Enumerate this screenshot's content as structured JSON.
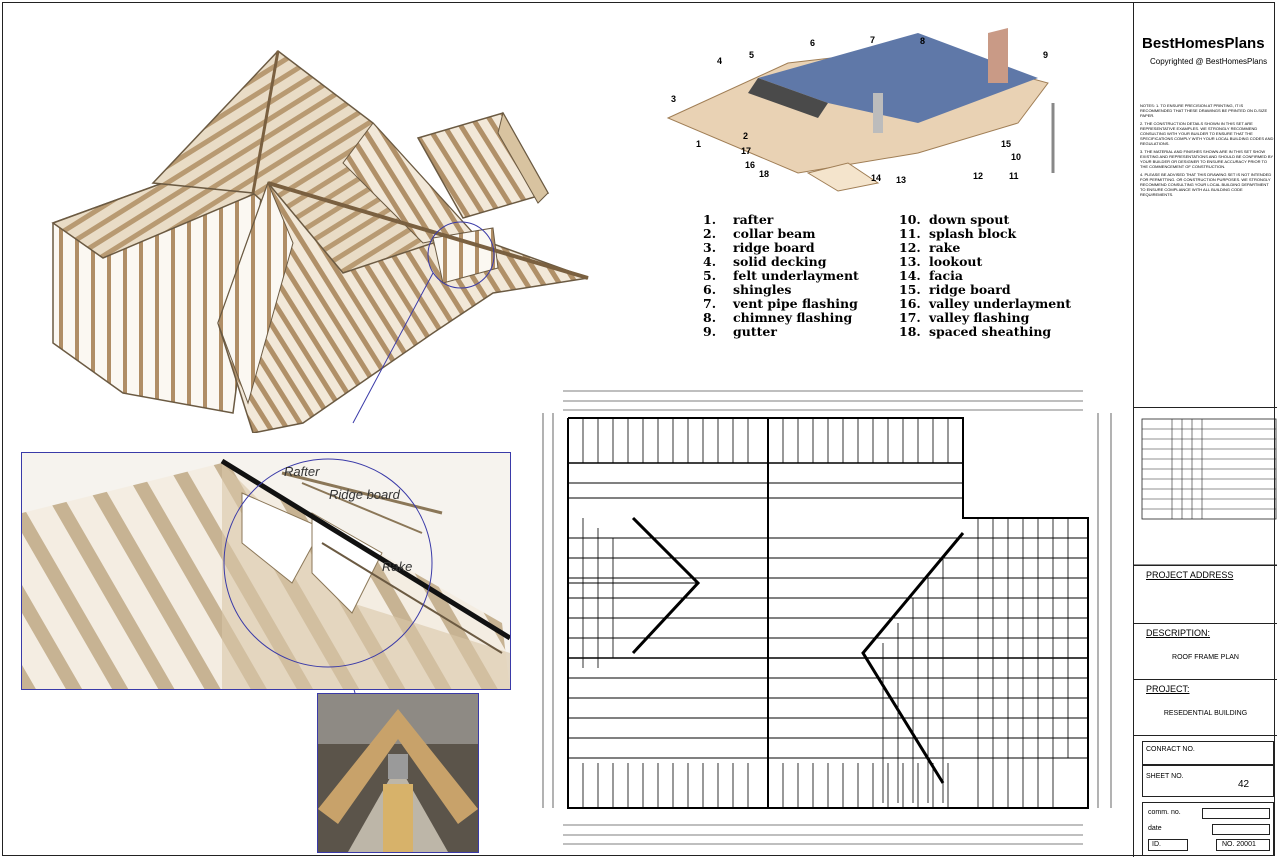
{
  "brand": {
    "name": "BestHomesPlans",
    "copyright": "Copyrighted @ BestHomesPlans"
  },
  "notes": [
    "NOTES: 1. TO ENSURE PRECISION AT PRINTING, IT IS RECOMMENDED THAT THESE DRAWINGS BE PRINTED ON D-SIZE PAPER.",
    "2. THE CONSTRUCTION DETAILS SHOWN IN THIS SET ARE REPRESENTATIVE EXAMPLES. WE STRONGLY RECOMMEND CONSULTING WITH YOUR BUILDER TO ENSURE THAT THE SPECIFICATIONS COMPLY WITH YOUR LOCAL BUILDING CODES AND REGULATIONS.",
    "3. THE MATERIAL AND FINISHES SHOWN ARE IN THIS SET SHOW EXISTING AND REPRESENTATIONS AND SHOULD BE CONFIRMED BY YOUR BUILDER OR DESIGNER TO ENSURE ACCURACY PRIOR TO THE COMMENCEMENT OF CONSTRUCTION.",
    "4. PLEASE BE ADVISED THAT THIS DRAWING SET IS NOT INTENDED FOR PERMITTING. OR CONSTRUCTION PURPOSES. WE STRONGLY RECOMMEND CONSULTING YOUR LOCAL BUILDING DEPARTMENT TO ENSURE COMPLIANCE WITH ALL BUILDING CODE REQUIREMENTS."
  ],
  "title_block": {
    "project_address_label": "PROJECT ADDRESS",
    "description_label": "DESCRIPTION:",
    "description_value": "ROOF FRAME PLAN",
    "project_label": "PROJECT:",
    "project_value": "RESEDENTIAL BUILDING",
    "contract_label": "CONRACT NO.",
    "sheet_label": "SHEET NO.",
    "sheet_value": "42",
    "comm_label": "comm. no.",
    "date_label": "date",
    "id_label": "ID.",
    "id_value": "NO. 20001"
  },
  "legend": {
    "left": [
      {
        "n": "1.",
        "t": "rafter"
      },
      {
        "n": "2.",
        "t": "collar beam"
      },
      {
        "n": "3.",
        "t": "ridge board"
      },
      {
        "n": "4.",
        "t": "solid decking"
      },
      {
        "n": "5.",
        "t": "felt underlayment"
      },
      {
        "n": "6.",
        "t": "shingles"
      },
      {
        "n": "7.",
        "t": "vent pipe flashing"
      },
      {
        "n": "8.",
        "t": "chimney flashing"
      },
      {
        "n": "9.",
        "t": "gutter"
      }
    ],
    "right": [
      {
        "n": "10.",
        "t": "down spout"
      },
      {
        "n": "11.",
        "t": "splash block"
      },
      {
        "n": "12.",
        "t": "rake"
      },
      {
        "n": "13.",
        "t": "lookout"
      },
      {
        "n": "14.",
        "t": "facia"
      },
      {
        "n": "15.",
        "t": "ridge board"
      },
      {
        "n": "16.",
        "t": "valley underlayment"
      },
      {
        "n": "17.",
        "t": "valley flashing"
      },
      {
        "n": "18.",
        "t": "spaced sheathing"
      }
    ]
  },
  "cutaway_numbers": [
    "1",
    "2",
    "3",
    "4",
    "5",
    "6",
    "7",
    "8",
    "9",
    "10",
    "11",
    "12",
    "13",
    "14",
    "15",
    "16",
    "17",
    "18"
  ],
  "callouts": {
    "rafter": "Rafter",
    "ridge": "Ridge board",
    "rake": "Rake"
  },
  "colors": {
    "wood": "#c9ab84",
    "wood_dark": "#8a7355",
    "shingle": "#5f78a8",
    "detail_frame": "#3a3aa8"
  },
  "icons": [
    "roof-3d-model",
    "detail-magnifier",
    "roof-cutaway-illustration",
    "site-photo",
    "roof-frame-plan"
  ]
}
